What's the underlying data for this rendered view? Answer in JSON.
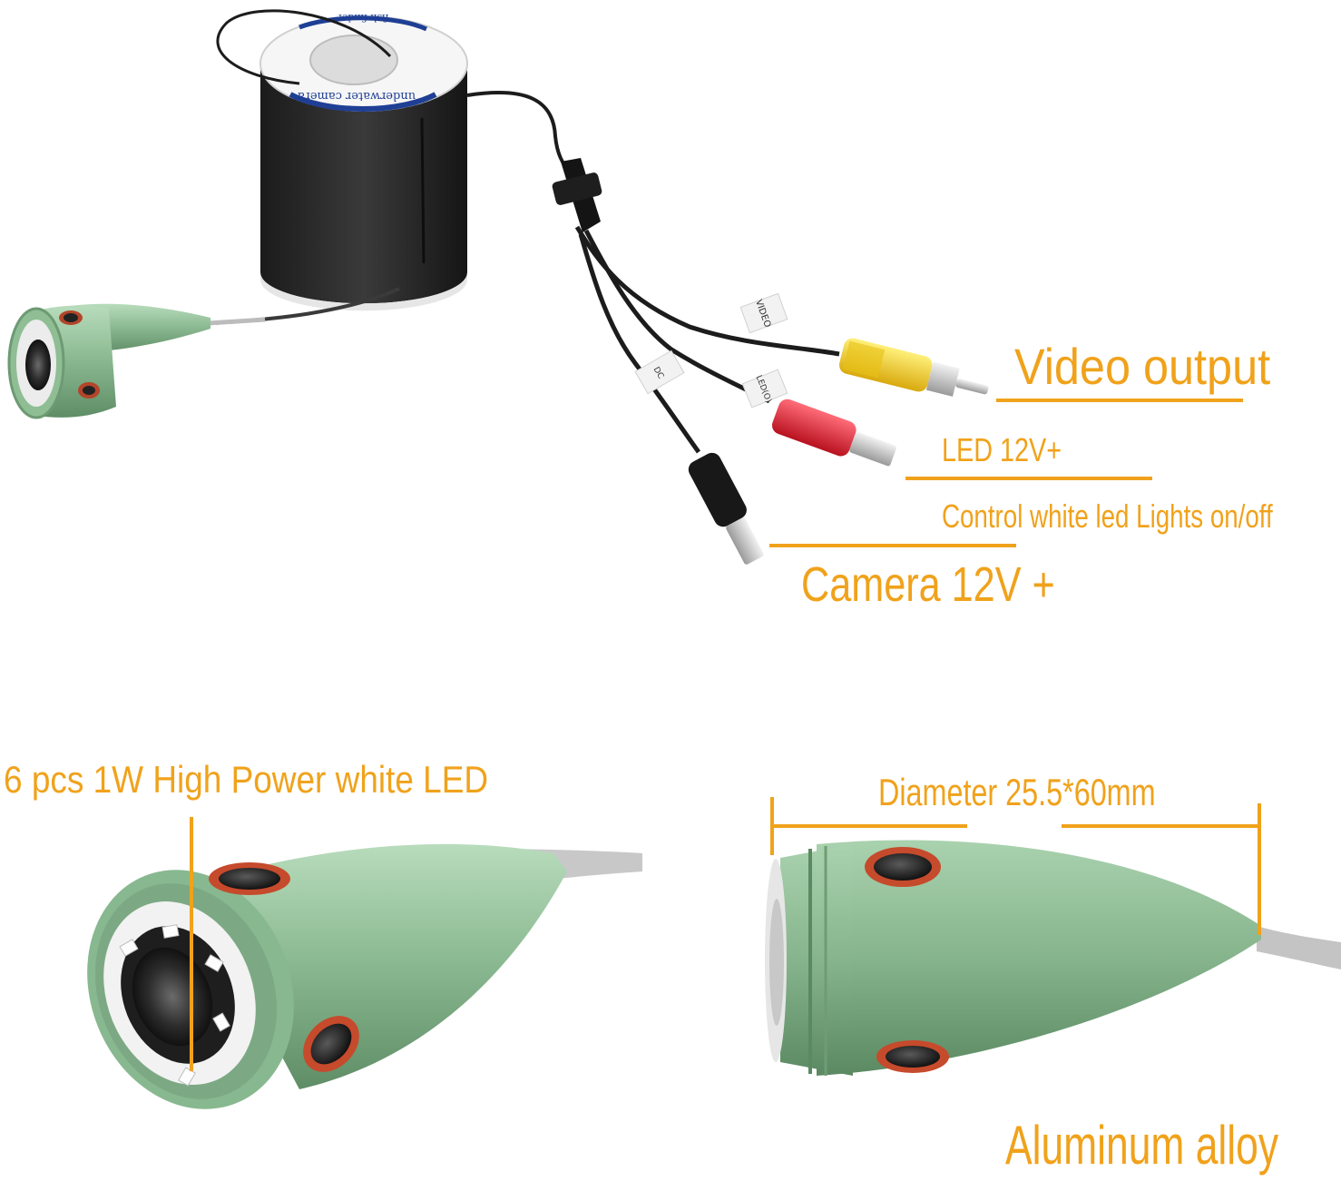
{
  "colors": {
    "annotation": "#f0a21b",
    "camera_body": "#8fbe95",
    "cable": "#1c1c1c",
    "video_plug": "#f7d41c",
    "led_plug": "#e02a38",
    "spool": "#222222",
    "spool_label": "#1f3f95"
  },
  "spool": {
    "title": "underwater camera",
    "subtitle": "fish finder"
  },
  "cable_tags": {
    "video": "VIDEO",
    "led": "LED(O)",
    "camera": "DC"
  },
  "labels": {
    "video_output": "Video output",
    "led_12v": "LED 12V+",
    "led_control": "Control white led Lights on/off",
    "camera_12v": "Camera 12V +",
    "led_count": "6 pcs 1W High Power white LED",
    "diameter": "Diameter 25.5*60mm",
    "material": "Aluminum alloy"
  }
}
